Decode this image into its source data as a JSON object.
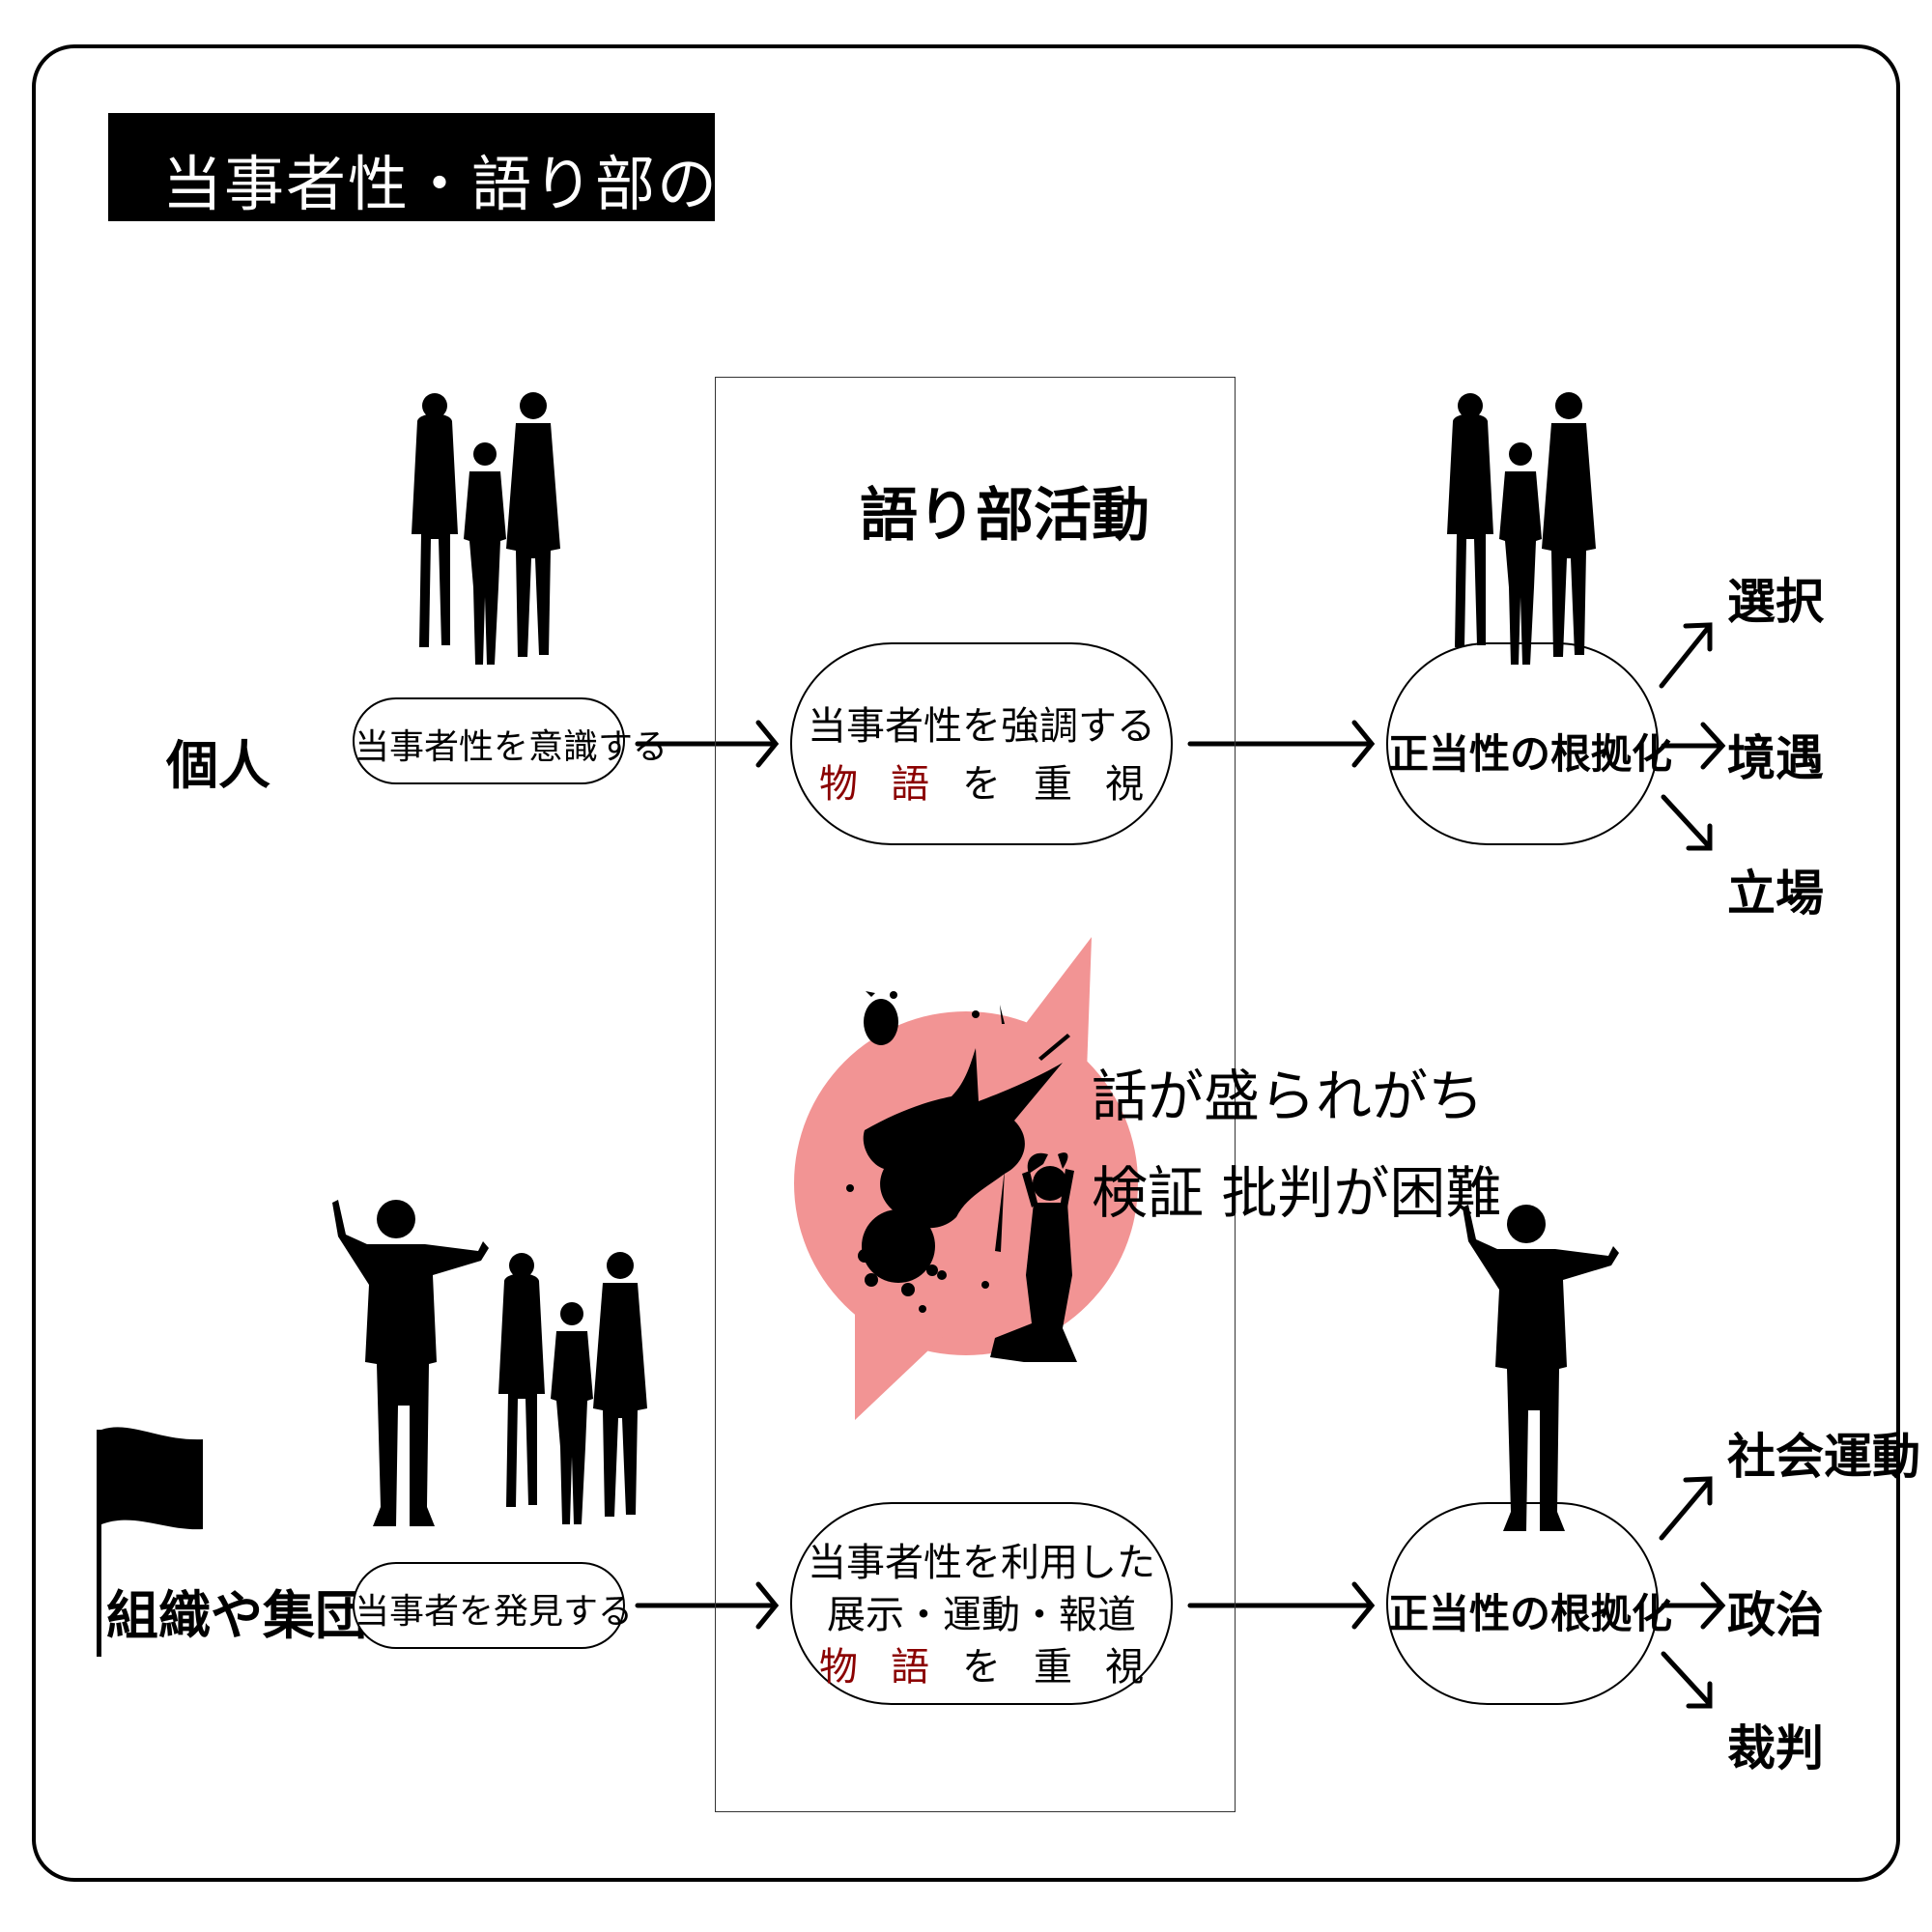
{
  "title": "当事者性・語り部の誕生",
  "center_heading": "語り部活動",
  "rows": [
    {
      "id": "individual",
      "label": "個人",
      "start_node": "当事者性を意識する",
      "middle_lines": [
        "当事者性を強調する"
      ],
      "middle_emphasis": [
        "物",
        "語",
        "を",
        "重",
        "視"
      ],
      "end_node": "正当性の根拠化",
      "outcomes": [
        "選択",
        "境遇",
        "立場"
      ]
    },
    {
      "id": "organization",
      "label": "組織や集団",
      "start_node": "当事者を発見する",
      "middle_lines": [
        "当事者性を利用した",
        "展示・運動・報道"
      ],
      "middle_emphasis": [
        "物",
        "語",
        "を",
        "重",
        "視"
      ],
      "end_node": "正当性の根拠化",
      "outcomes": [
        "社会運動",
        "政治",
        "裁判"
      ]
    }
  ],
  "warning": {
    "lines": [
      "話が盛られがち",
      "検証 批判が困難"
    ],
    "bubble_color": "#f29494"
  },
  "colors": {
    "emphasis_red": "#8b0000",
    "silhouette": "#000000",
    "title_bg": "#000000"
  },
  "icons": [
    "family-silhouette-icon",
    "speaker-silhouette-icon",
    "flag-icon",
    "ink-splatter-icon",
    "kneeling-figure-icon"
  ]
}
